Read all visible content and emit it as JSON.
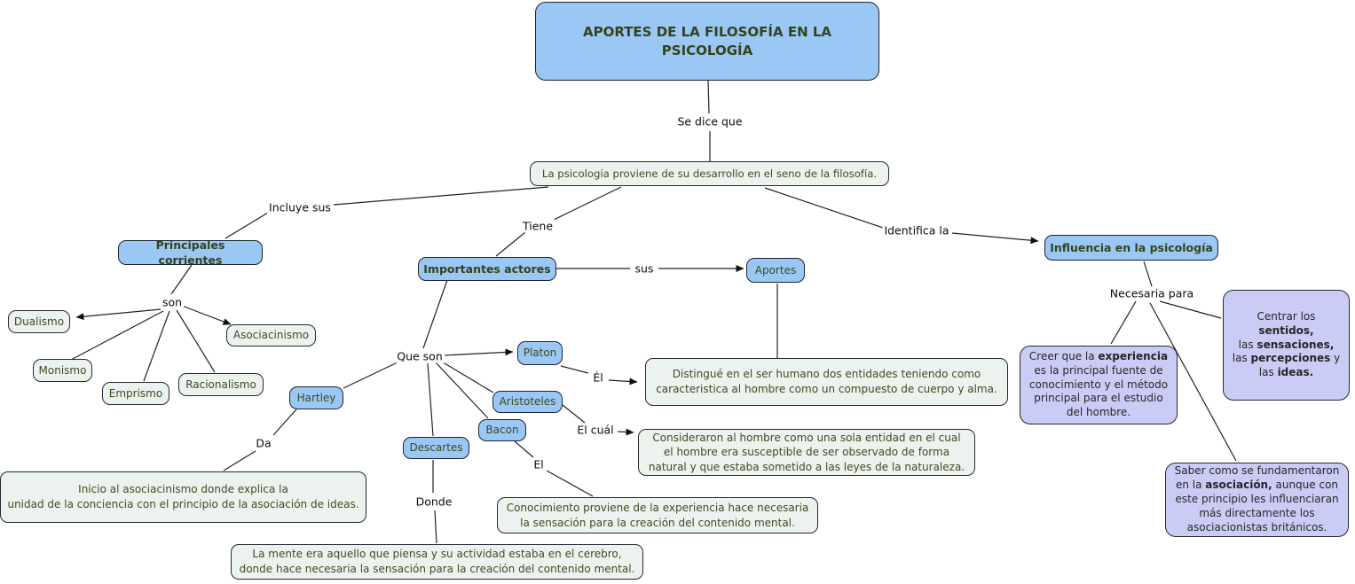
{
  "colors": {
    "node_blue": "#9AC7F3",
    "node_light": "#ECF3EF",
    "node_purple": "#CBCCF6",
    "text_olive": "#3E4A20",
    "line": "#222222"
  },
  "title": {
    "label": "APORTES DE LA FILOSOFÍA EN LA PSICOLOGÍA"
  },
  "proposition": {
    "label": "La psicología proviene de su desarrollo en el seno de la filosofía."
  },
  "links": {
    "se_dice_que": "Se dice que",
    "incluye_sus": "Incluye sus",
    "tiene": "Tiene",
    "identifica_la": "Identifica la",
    "son": "son",
    "sus": "sus",
    "que_son": "Que son",
    "el_platon": "Él",
    "el_cual": "El cuál",
    "el_bacon": "El",
    "donde": "Donde",
    "da": "Da",
    "necesaria_para": "Necesaria para"
  },
  "corrientes": {
    "header": "Principales corrientes",
    "items": [
      "Dualismo",
      "Monismo",
      "Emprismo",
      "Racionalismo",
      "Asociacinismo"
    ]
  },
  "actores": {
    "header": "Importantes actores",
    "aportes": "Aportes",
    "platon": "Platon",
    "aristoteles": "Aristoteles",
    "bacon": "Bacon",
    "descartes": "Descartes",
    "hartley": "Hartley"
  },
  "detalles": {
    "platon": "Distingué en el ser humano dos entidades teniendo como\ncaracteristica al hombre como un compuesto de cuerpo y alma.",
    "aristoteles": "Consideraron al hombre como una sola entidad en el cual\nel hombre era susceptible de ser observado de forma\nnatural y que estaba sometido a las leyes de la naturaleza.",
    "bacon": "Conocimiento proviene de la experiencia hace necesaria\nla sensación para la creación del contenido mental.",
    "descartes": "La mente era aquello que piensa y su actividad estaba en el cerebro,\ndonde hace necesaria la sensación para la creación del contenido mental.",
    "hartley": "Inicio al asociacinismo donde explica la\nunidad de la conciencia con el principio de la asociación de ideas."
  },
  "influencia": {
    "header": "Influencia en la psicología",
    "creer": {
      "segments": [
        {
          "text": "Creer que la ",
          "bold": false
        },
        {
          "text": "experiencia",
          "bold": true
        },
        {
          "text": "\nes la principal fuente de\nconocimiento y el método\nprincipal para el estudio\ndel hombre.",
          "bold": false
        }
      ]
    },
    "centrar": {
      "segments": [
        {
          "text": "Centrar los ",
          "bold": false
        },
        {
          "text": "sentidos,",
          "bold": true
        },
        {
          "text": "\nlas ",
          "bold": false
        },
        {
          "text": "sensaciones,",
          "bold": true
        },
        {
          "text": "\nlas ",
          "bold": false
        },
        {
          "text": "percepciones",
          "bold": true
        },
        {
          "text": " y\nlas ",
          "bold": false
        },
        {
          "text": "ideas.",
          "bold": true
        }
      ]
    },
    "saber": {
      "segments": [
        {
          "text": "Saber como se fundamentaron\nen la ",
          "bold": false
        },
        {
          "text": "asociación,",
          "bold": true
        },
        {
          "text": " aunque con\neste principio les influenciaran\nmás directamente los\nasociacionistas británicos.",
          "bold": false
        }
      ]
    }
  }
}
